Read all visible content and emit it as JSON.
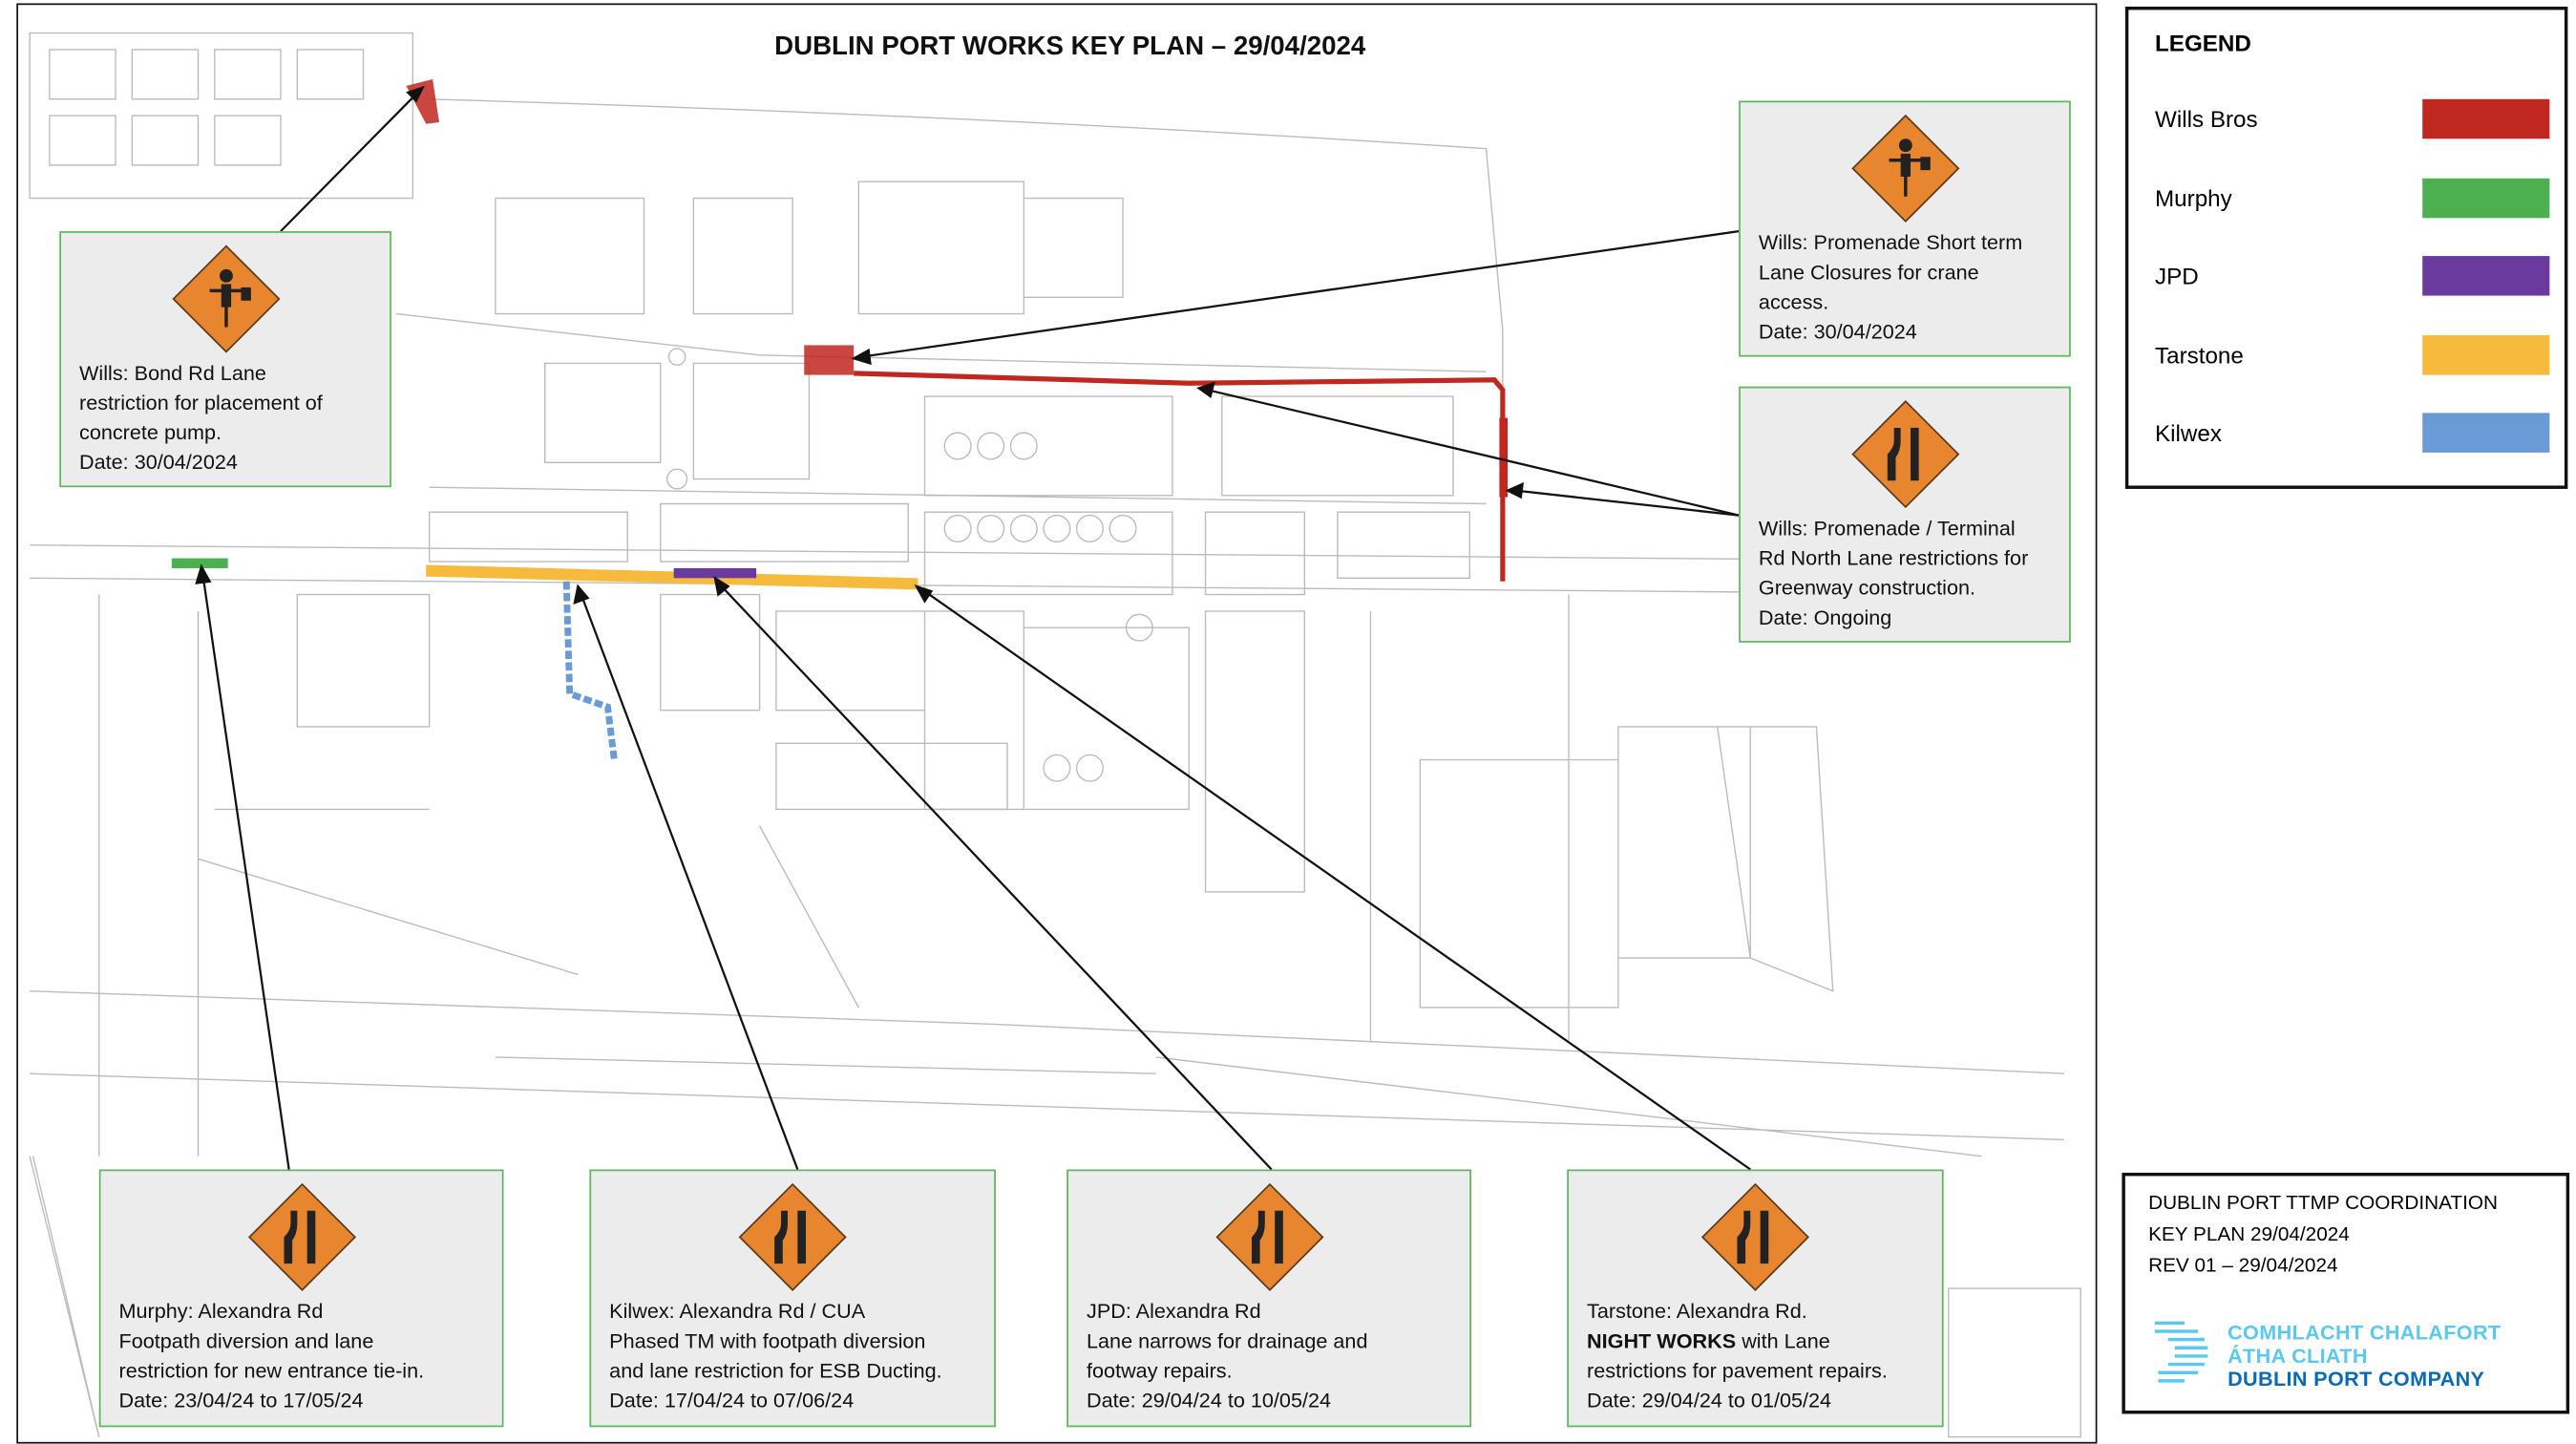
{
  "title": "DUBLIN PORT WORKS KEY PLAN – 29/04/2024",
  "legend": {
    "heading": "LEGEND",
    "items": [
      {
        "label": "Wills Bros",
        "color": "#c0271f"
      },
      {
        "label": "Murphy",
        "color": "#4caf50"
      },
      {
        "label": "JPD",
        "color": "#6a3a9e"
      },
      {
        "label": "Tarstone",
        "color": "#f6bb3c"
      },
      {
        "label": "Kilwex",
        "color": "#6a9bd6"
      }
    ]
  },
  "callouts": [
    {
      "id": "bond",
      "sign": "flagger-icon",
      "lines": [
        "Wills: Bond Rd Lane",
        "restriction for placement of",
        "concrete pump.",
        "Date: 30/04/2024"
      ]
    },
    {
      "id": "promenade-short",
      "sign": "flagger-icon",
      "lines": [
        "Wills: Promenade Short term",
        "Lane Closures for crane",
        "access.",
        "Date: 30/04/2024"
      ]
    },
    {
      "id": "promenade-terminal",
      "sign": "lane-narrows-icon",
      "lines": [
        "Wills: Promenade / Terminal",
        "Rd North Lane restrictions for",
        "Greenway construction.",
        "Date: Ongoing"
      ]
    },
    {
      "id": "murphy",
      "sign": "lane-narrows-icon",
      "lines": [
        "Murphy: Alexandra Rd",
        "Footpath diversion and lane",
        "restriction for new entrance tie-in.",
        "Date: 23/04/24 to 17/05/24"
      ]
    },
    {
      "id": "kilwex",
      "sign": "lane-narrows-icon",
      "lines": [
        "Kilwex: Alexandra Rd / CUA",
        "Phased TM with footpath diversion",
        "and lane restriction for ESB Ducting.",
        "Date: 17/04/24 to 07/06/24"
      ]
    },
    {
      "id": "jpd",
      "sign": "lane-narrows-icon",
      "lines": [
        "JPD: Alexandra Rd",
        "Lane narrows for drainage and",
        "footway repairs.",
        "Date: 29/04/24 to 10/05/24"
      ]
    },
    {
      "id": "tarstone",
      "sign": "lane-narrows-icon",
      "bold_prefix": "NIGHT WORKS",
      "lines": [
        "Tarstone: Alexandra Rd.",
        " with Lane",
        "restrictions for pavement repairs.",
        "Date: 29/04/24 to 01/05/24"
      ]
    }
  ],
  "title_block": {
    "line1": "DUBLIN PORT TTMP COORDINATION",
    "line2": "KEY PLAN  29/04/2024",
    "line3": "REV 01 – 29/04/2024",
    "logo": {
      "line1": "COMHLACHT CHALAFORT",
      "line2": "ÁTHA CLIATH",
      "line3": "DUBLIN PORT COMPANY",
      "color_light": "#5bc8f0",
      "color_dark": "#0a6ab8"
    }
  }
}
